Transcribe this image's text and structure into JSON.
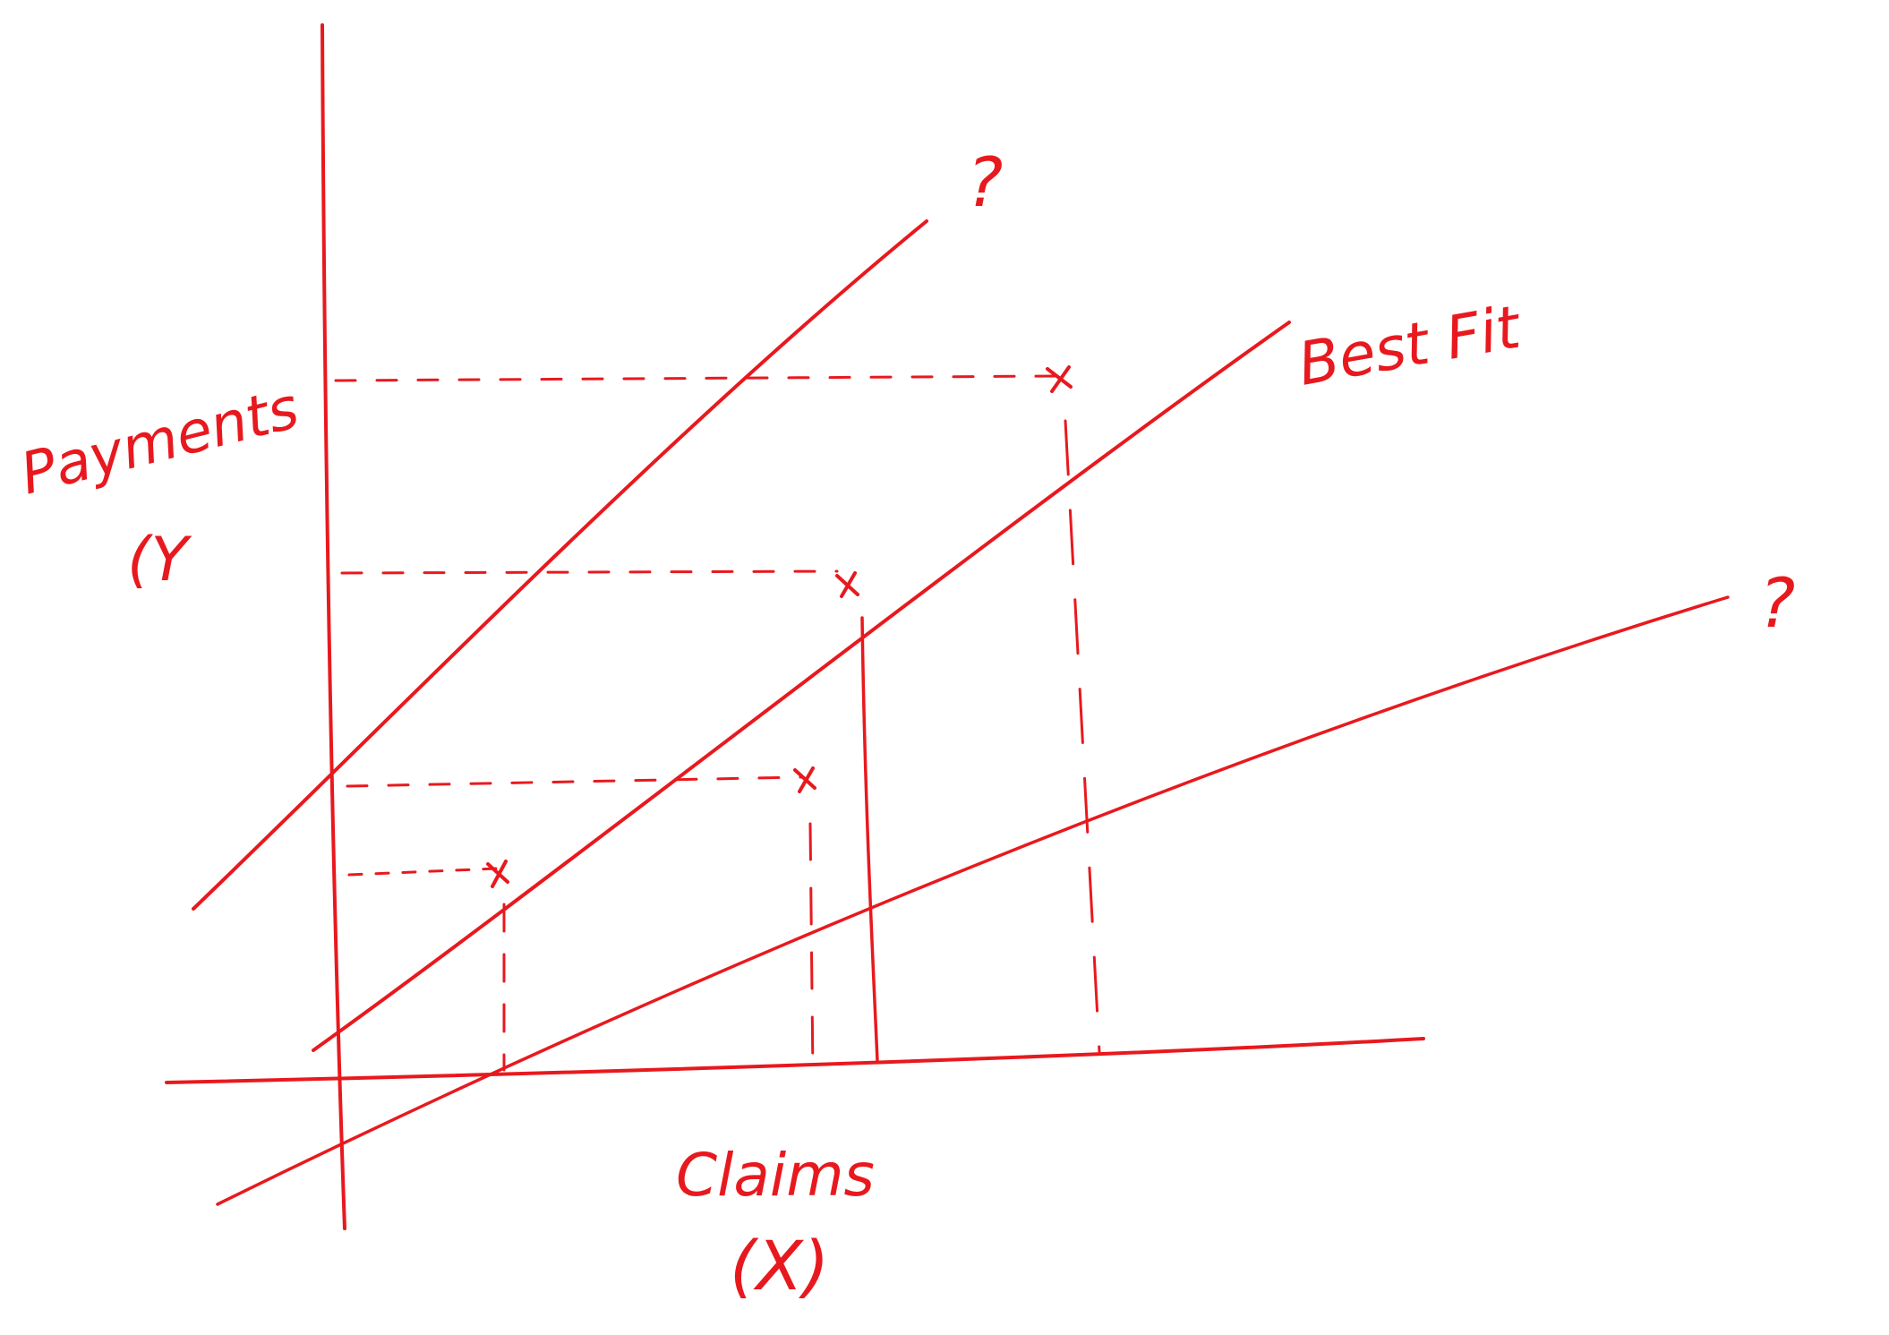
{
  "ink_color": "#e8191e",
  "labels": {
    "y_axis": "Payments",
    "y_axis_symbol": "(Y",
    "x_axis": "Claims",
    "x_axis_symbol": "(X)",
    "best_fit": "Best Fit",
    "steep_line_question": "?",
    "shallow_line_question": "?"
  },
  "points": [
    "x",
    "x",
    "x",
    "x"
  ]
}
